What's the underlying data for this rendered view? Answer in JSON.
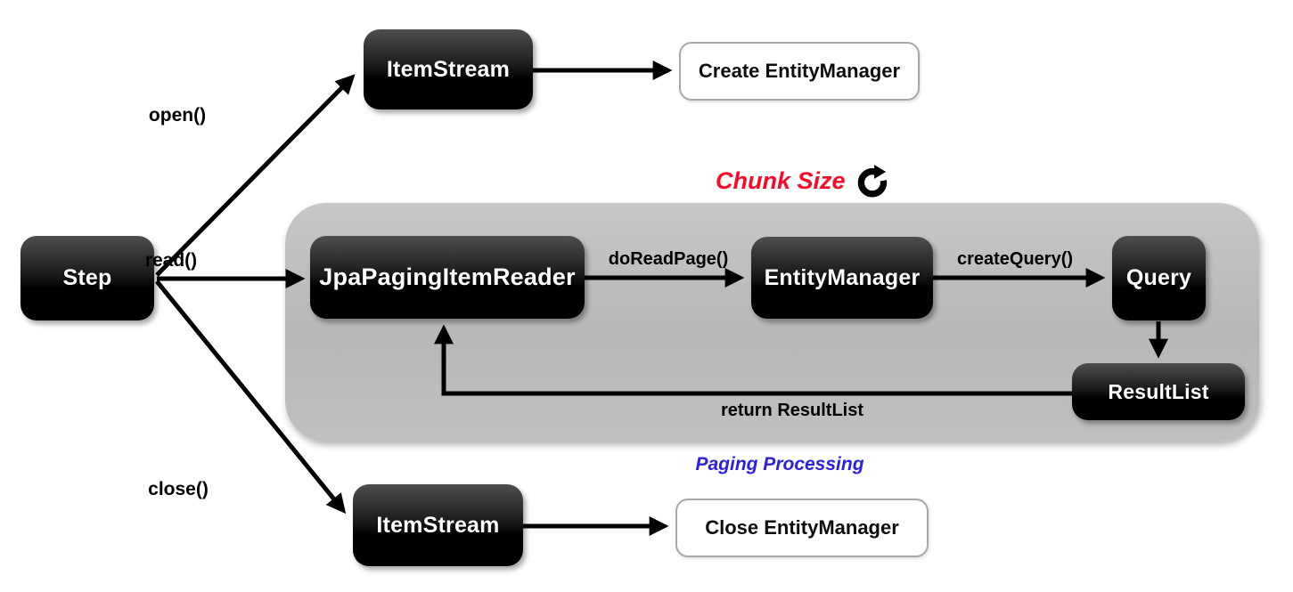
{
  "diagram": {
    "nodes": {
      "step": {
        "label": "Step",
        "style": "dark"
      },
      "item_stream_top": {
        "label": "ItemStream",
        "style": "dark"
      },
      "create_entity_manager": {
        "label": "Create EntityManager",
        "style": "light"
      },
      "jpa_paging_item_reader": {
        "label": "JpaPagingItemReader",
        "style": "dark"
      },
      "entity_manager": {
        "label": "EntityManager",
        "style": "dark"
      },
      "query": {
        "label": "Query",
        "style": "dark"
      },
      "result_list": {
        "label": "ResultList",
        "style": "dark"
      },
      "item_stream_bottom": {
        "label": "ItemStream",
        "style": "dark"
      },
      "close_entity_manager": {
        "label": "Close EntityManager",
        "style": "light"
      }
    },
    "edges": [
      {
        "from": "Step",
        "to": "ItemStream (top)",
        "label": "open()"
      },
      {
        "from": "Step",
        "to": "JpaPagingItemReader",
        "label": "read()"
      },
      {
        "from": "Step",
        "to": "ItemStream (bottom)",
        "label": "close()"
      },
      {
        "from": "ItemStream (top)",
        "to": "Create EntityManager",
        "label": ""
      },
      {
        "from": "JpaPagingItemReader",
        "to": "EntityManager",
        "label": "doReadPage()"
      },
      {
        "from": "EntityManager",
        "to": "Query",
        "label": "createQuery()"
      },
      {
        "from": "Query",
        "to": "ResultList",
        "label": ""
      },
      {
        "from": "ResultList",
        "to": "JpaPagingItemReader",
        "label": "return ResultList"
      },
      {
        "from": "ItemStream (bottom)",
        "to": "Close EntityManager",
        "label": ""
      }
    ],
    "annotations": {
      "chunk_size": {
        "label": "Chunk Size",
        "color": "#fa0a28",
        "icon": "refresh-icon"
      },
      "paging_processing": {
        "label": "Paging Processing",
        "color": "#2b1fe0"
      }
    },
    "colors": {
      "node_dark_fill": "#000000",
      "node_text": "#ffffff",
      "container_fill": "#bfbfbf",
      "light_box_border": "#a8a8a8",
      "arrow": "#000000",
      "chunk_size_red": "#fa0a28",
      "paging_blue": "#2b1fe0"
    }
  }
}
